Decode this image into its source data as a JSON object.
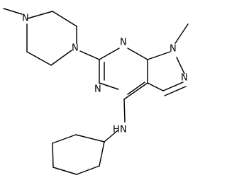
{
  "diagram": {
    "labels": {
      "piperazine_n_top": "N",
      "piperazine_n_bottom": "N",
      "ring_n_top": "N",
      "ring_n_bottom": "N",
      "pyrazole_n1": "N",
      "pyrazole_n2": "N",
      "amine_nh": "N",
      "amine_h": "H"
    }
  }
}
